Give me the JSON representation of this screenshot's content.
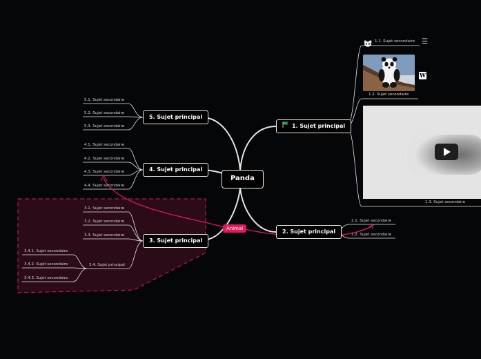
{
  "root": {
    "label": "Panda"
  },
  "topics": [
    {
      "label": "1. Sujet principal",
      "icon": "green-flag-icon"
    },
    {
      "label": "2. Sujet principal"
    },
    {
      "label": "3. Sujet principal"
    },
    {
      "label": "4. Sujet principal"
    },
    {
      "label": "5. Sujet principal"
    }
  ],
  "subtopics": {
    "t1": [
      "1.1. Sujet secondaire",
      "1.2. Sujet secondaire",
      "1.3. Sujet secondaire"
    ],
    "t2": [
      "2.1. Sujet secondaire",
      "2.2. Sujet secondaire"
    ],
    "t3": [
      "3.1. Sujet secondaire",
      "3.2. Sujet secondaire",
      "3.3. Sujet secondaire",
      "3.4. Sujet principal"
    ],
    "t3_4": [
      "3.4.1. Sujet secondaire",
      "3.4.2. Sujet secondaire",
      "3.4.3. Sujet secondaire"
    ],
    "t4": [
      "4.1. Sujet secondaire",
      "4.2. Sujet secondaire",
      "4.3. Sujet secondaire",
      "4.4. Sujet secondaire"
    ],
    "t5": [
      "5.1. Sujet secondaire",
      "5.2. Sujet secondaire",
      "5.3. Sujet secondaire"
    ]
  },
  "relationship": {
    "label": "Animal"
  },
  "badges": {
    "wikipedia": "W",
    "menu": "☰"
  },
  "colors": {
    "background": "#050608",
    "accent": "#e0185c",
    "boundary_fill": "#2a0b17",
    "line": "#e6e6e6",
    "flag": "#27a844"
  }
}
